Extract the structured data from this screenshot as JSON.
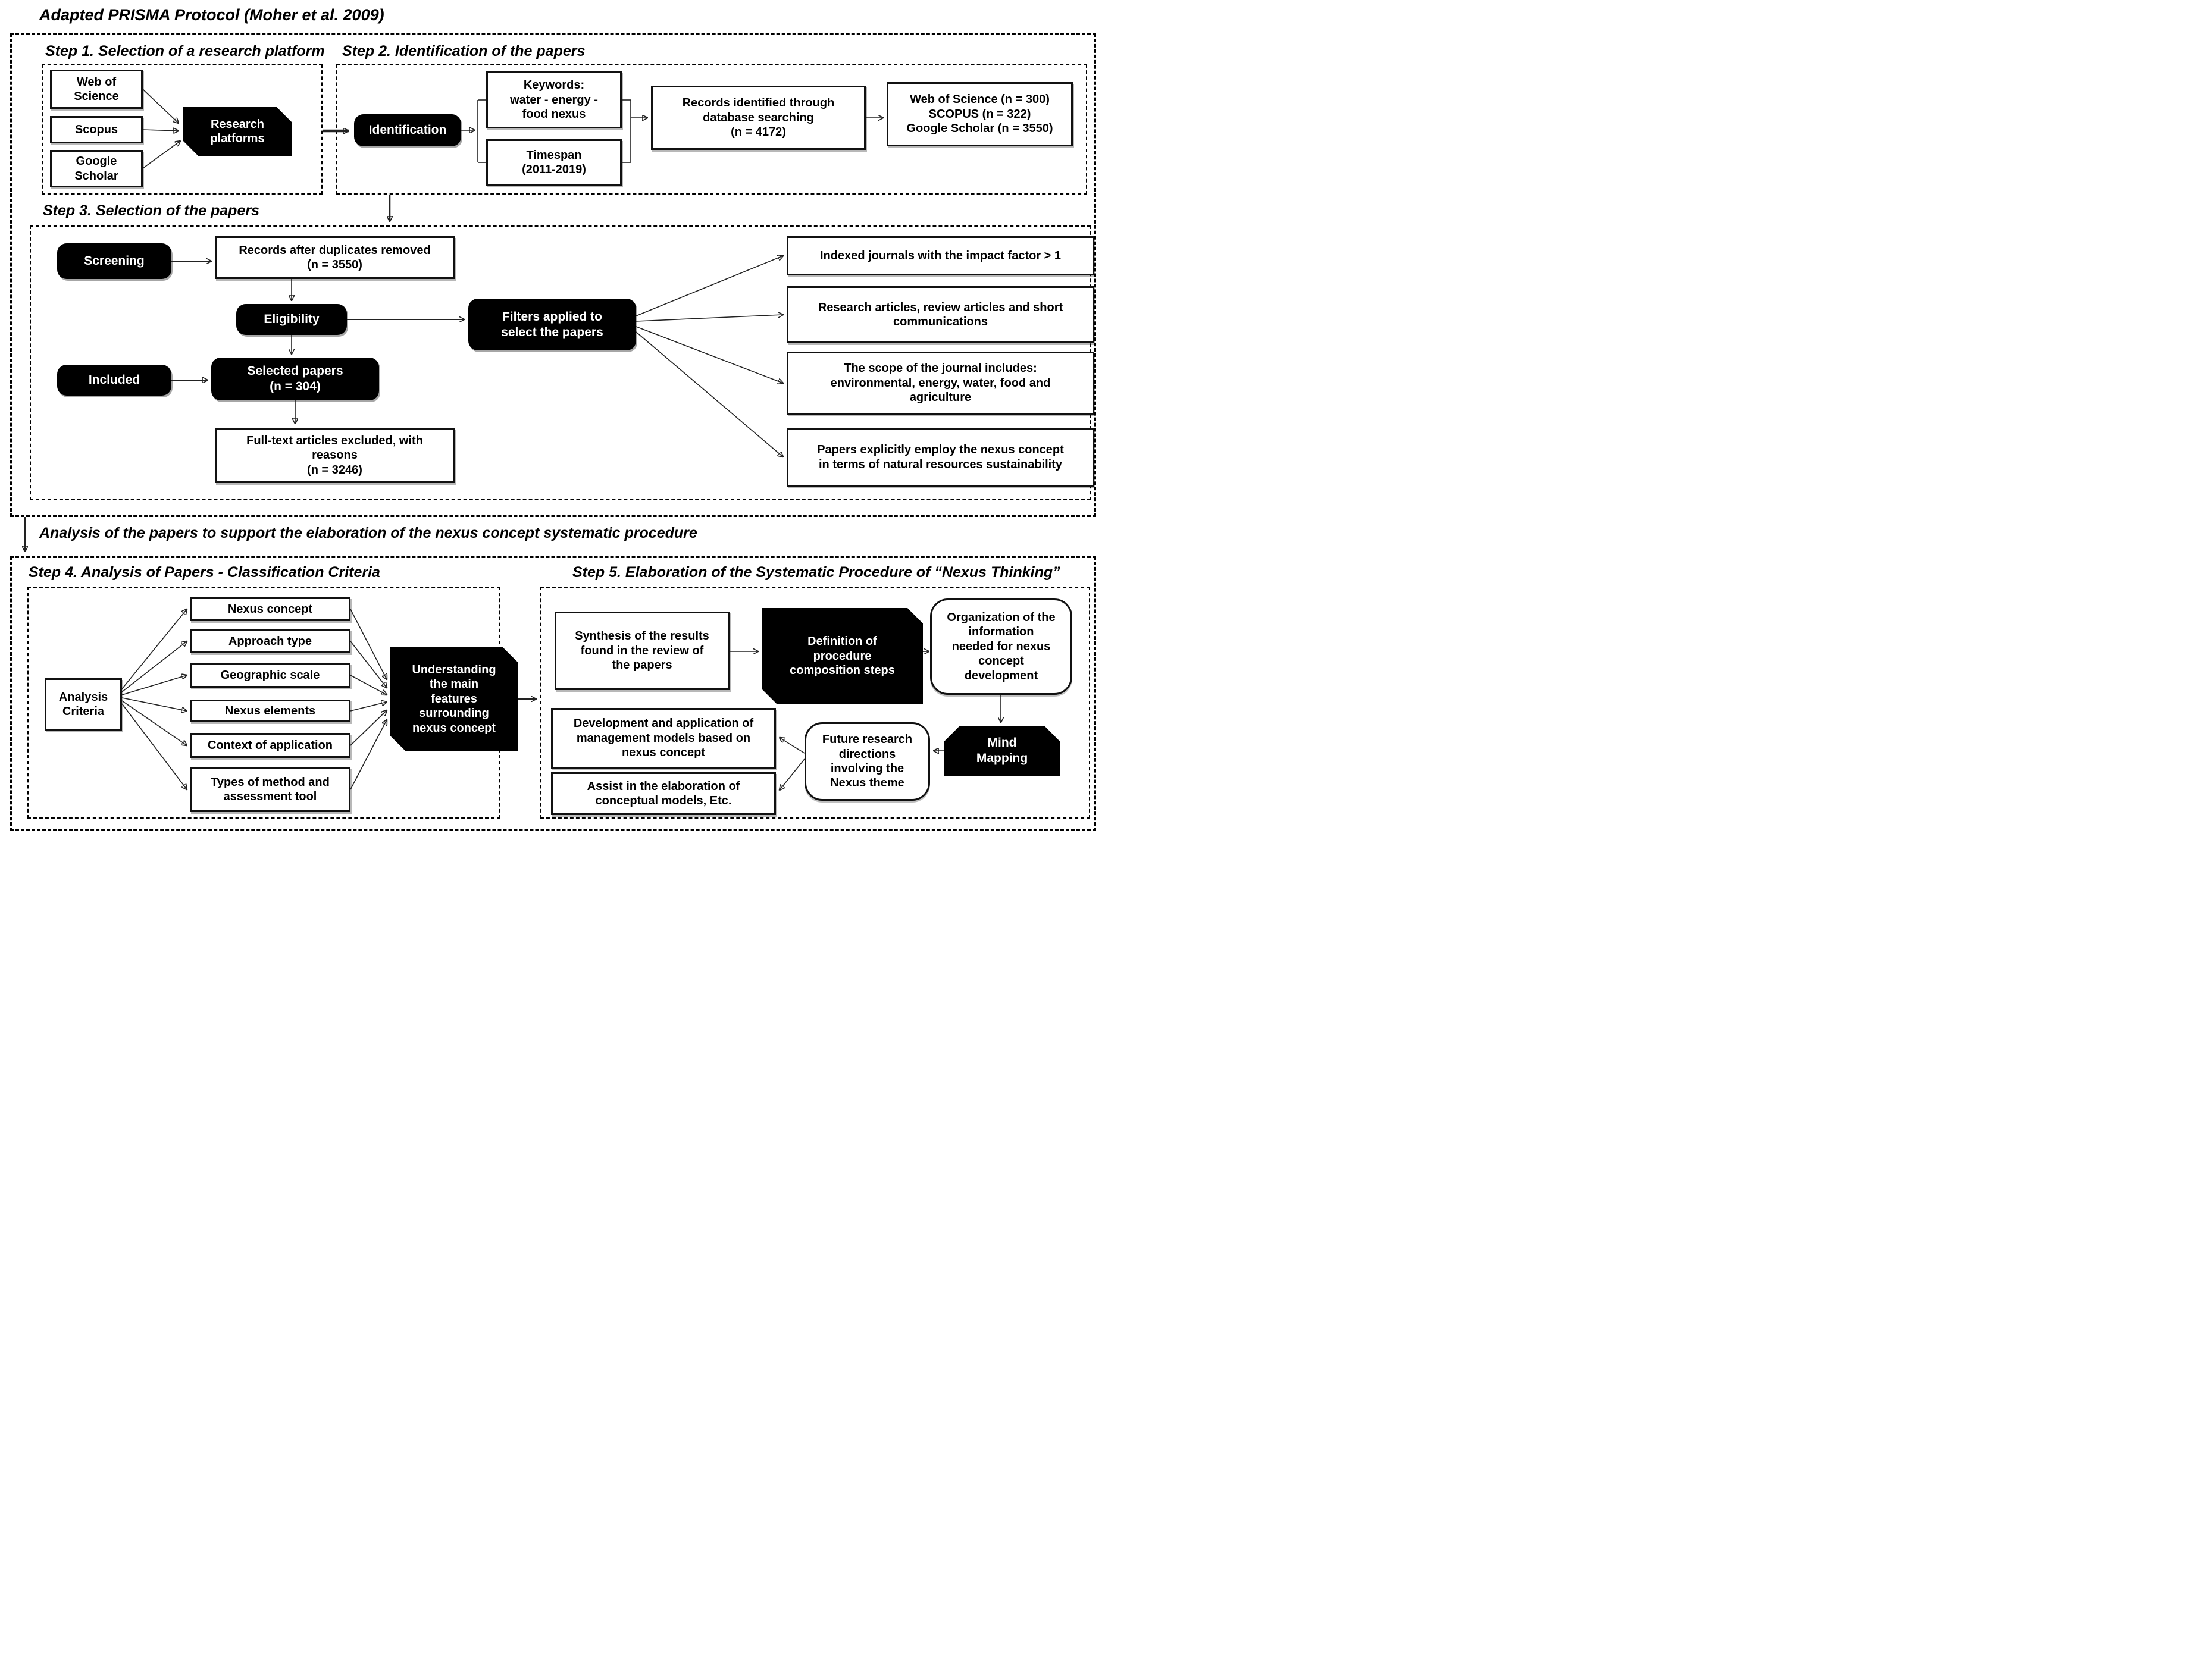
{
  "title": "Adapted PRISMA Protocol (Moher et al. 2009)",
  "analysis_note": "Analysis of the papers  to support the elaboration of the nexus concept systematic procedure",
  "step1": {
    "heading": "Step 1. Selection of a research platform",
    "platforms": [
      "Web of\nScience",
      "Scopus",
      "Google\nScholar"
    ],
    "result": "Research\nplatforms"
  },
  "step2": {
    "heading": "Step 2. Identification of the papers",
    "phase": "Identification",
    "keywords": "Keywords:\nwater - energy -\nfood nexus",
    "timespan": "Timespan\n(2011-2019)",
    "records": "Records identified through\ndatabase searching\n(n = 4172)",
    "sources": "Web of Science  (n = 300)\nSCOPUS (n = 322)\nGoogle Scholar (n = 3550)"
  },
  "step3": {
    "heading": "Step 3.  Selection of the papers",
    "screening": "Screening",
    "duplicates": "Records after duplicates removed\n(n = 3550)",
    "eligibility": "Eligibility",
    "filters": "Filters  applied to\nselect the papers",
    "included": "Included",
    "selected": "Selected papers\n(n = 304)",
    "excluded": "Full-text articles excluded,  with\nreasons\n(n = 3246)",
    "criteria": [
      "Indexed journals with the impact factor > 1",
      "Research  articles, review articles and short\ncommunications",
      "The scope of the journal includes:\nenvironmental, energy, water, food and\nagriculture",
      "Papers explicitly employ the nexus concept\nin terms of natural resources sustainability"
    ]
  },
  "step4": {
    "heading": "Step 4. Analysis of Papers - Classification Criteria",
    "source": "Analysis\nCriteria",
    "criteria": [
      "Nexus concept",
      "Approach type",
      "Geographic scale",
      "Nexus elements",
      "Context of application",
      "Types of method and\nassessment tool"
    ],
    "result": "Understanding\nthe main\nfeatures\nsurrounding\nnexus concept"
  },
  "step5": {
    "heading": "Step 5. Elaboration of the Systematic Procedure of “Nexus Thinking”",
    "synthesis": "Synthesis of the results\nfound in the review of\nthe papers",
    "definition": "Definition of\nprocedure\ncomposition steps",
    "organization": "Organization of the\ninformation\nneeded for nexus\nconcept\ndevelopment",
    "mind_mapping": "Mind\nMapping",
    "future": "Future research\ndirections\ninvolving the\nNexus theme",
    "development": "Development and application of\nmanagement models based on\nnexus concept",
    "assist": "Assist in the elaboration of\nconceptual models, Etc."
  }
}
